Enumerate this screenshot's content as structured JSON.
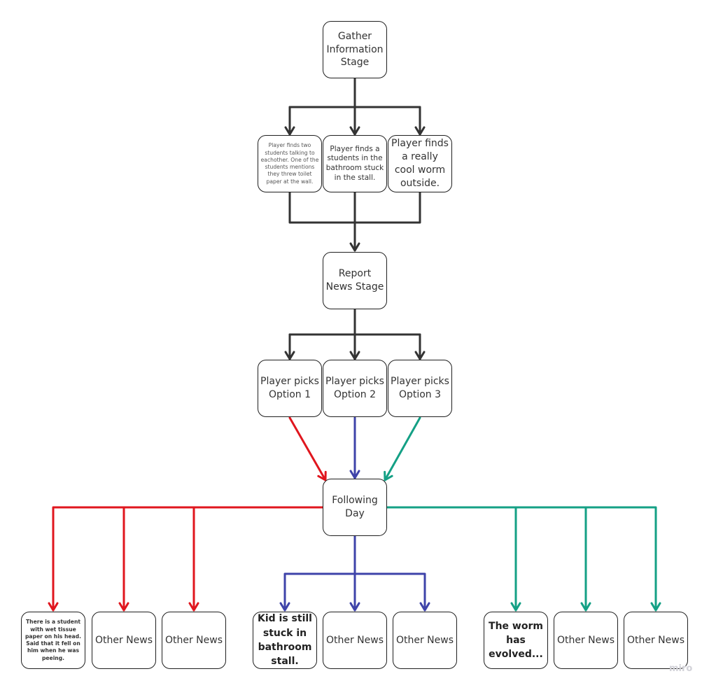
{
  "colors": {
    "neutral": "#333333",
    "option1": "#e0161e",
    "option2": "#3e43a9",
    "option3": "#14a085"
  },
  "nodes": {
    "gather": "Gather Information Stage",
    "clue1": "Player finds two students talking to eachother. One of the students mentions they threw toilet paper at the wall.",
    "clue2": "Player finds a students in the bathroom stuck in the stall.",
    "clue3": "Player finds a really cool worm outside.",
    "report": "Report News Stage",
    "option1": "Player picks Option 1",
    "option2": "Player picks Option 2",
    "option3": "Player picks Option 3",
    "following": "Following Day",
    "news_a1": "There is a student with wet tissue paper on his head. Said that it fell on him when he was peeing.",
    "news_a2": "Other News",
    "news_a3": "Other News",
    "news_b1": "Kid is still stuck in bathroom stall.",
    "news_b2": "Other News",
    "news_b3": "Other News",
    "news_c1": "The worm has evolved...",
    "news_c2": "Other News",
    "news_c3": "Other News"
  },
  "watermark": "miro"
}
